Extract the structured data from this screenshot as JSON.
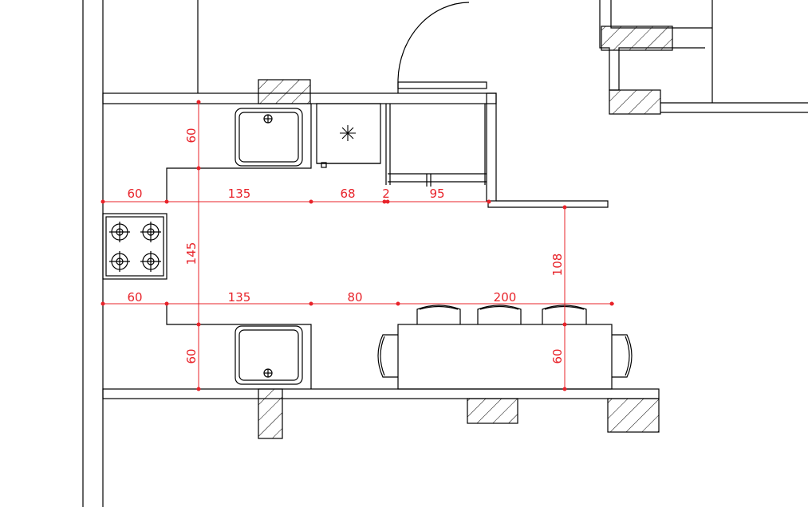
{
  "colors": {
    "line": "#000000",
    "dimension": "#e8232a",
    "background": "#ffffff"
  },
  "icons": [
    "sink-icon",
    "stove-icon",
    "light-fixture-icon",
    "chair-icon",
    "door-swing-icon",
    "hatched-column-icon"
  ],
  "dimensions": {
    "top_left_60": "60",
    "top_135": "135",
    "top_68": "68",
    "top_2": "2",
    "top_95": "95",
    "left_60_upper": "60",
    "left_145": "145",
    "left_60_lower": "60",
    "bottom_left_60": "60",
    "bottom_135": "135",
    "bottom_80": "80",
    "bottom_200": "200",
    "right_108": "108",
    "right_60": "60"
  }
}
